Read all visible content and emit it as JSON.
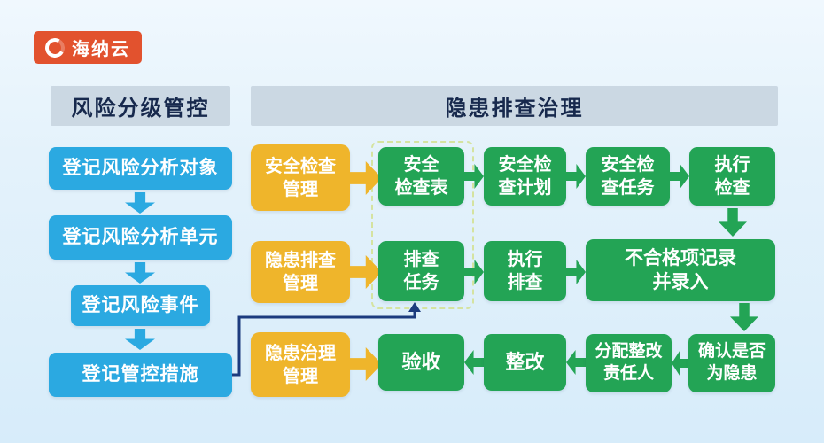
{
  "brand": {
    "name": "海纳云"
  },
  "headers": {
    "risk_control": "风险分级管控",
    "hazard_treatment": "隐患排查治理"
  },
  "risk_column": {
    "steps": [
      "登记风险分析对象",
      "登记风险分析单元",
      "登记风险事件",
      "登记管控措施"
    ]
  },
  "hazard_flow": {
    "row1": {
      "manager": "安全检查\n管理",
      "steps": [
        "安全\n检查表",
        "安全检\n查计划",
        "安全检\n查任务",
        "执行\n检查"
      ]
    },
    "row2": {
      "manager": "隐患排查\n管理",
      "steps": [
        "排查\n任务",
        "执行\n排查",
        "不合格项记录\n并录入"
      ]
    },
    "row3": {
      "manager": "隐患治理\n管理",
      "steps": [
        "验收",
        "整改",
        "分配整改\n责任人",
        "确认是否\n为隐患"
      ]
    }
  },
  "colors": {
    "brand_orange": "#E2522E",
    "header_bg": "#CBD8E3",
    "header_text": "#17294D",
    "process_blue": "#2BA9E1",
    "manager_yellow": "#EFB52B",
    "step_green": "#23A455",
    "connector_navy": "#1C3B7E",
    "dashed_border": "#D5E3A0",
    "background": "#E3F1FB"
  }
}
